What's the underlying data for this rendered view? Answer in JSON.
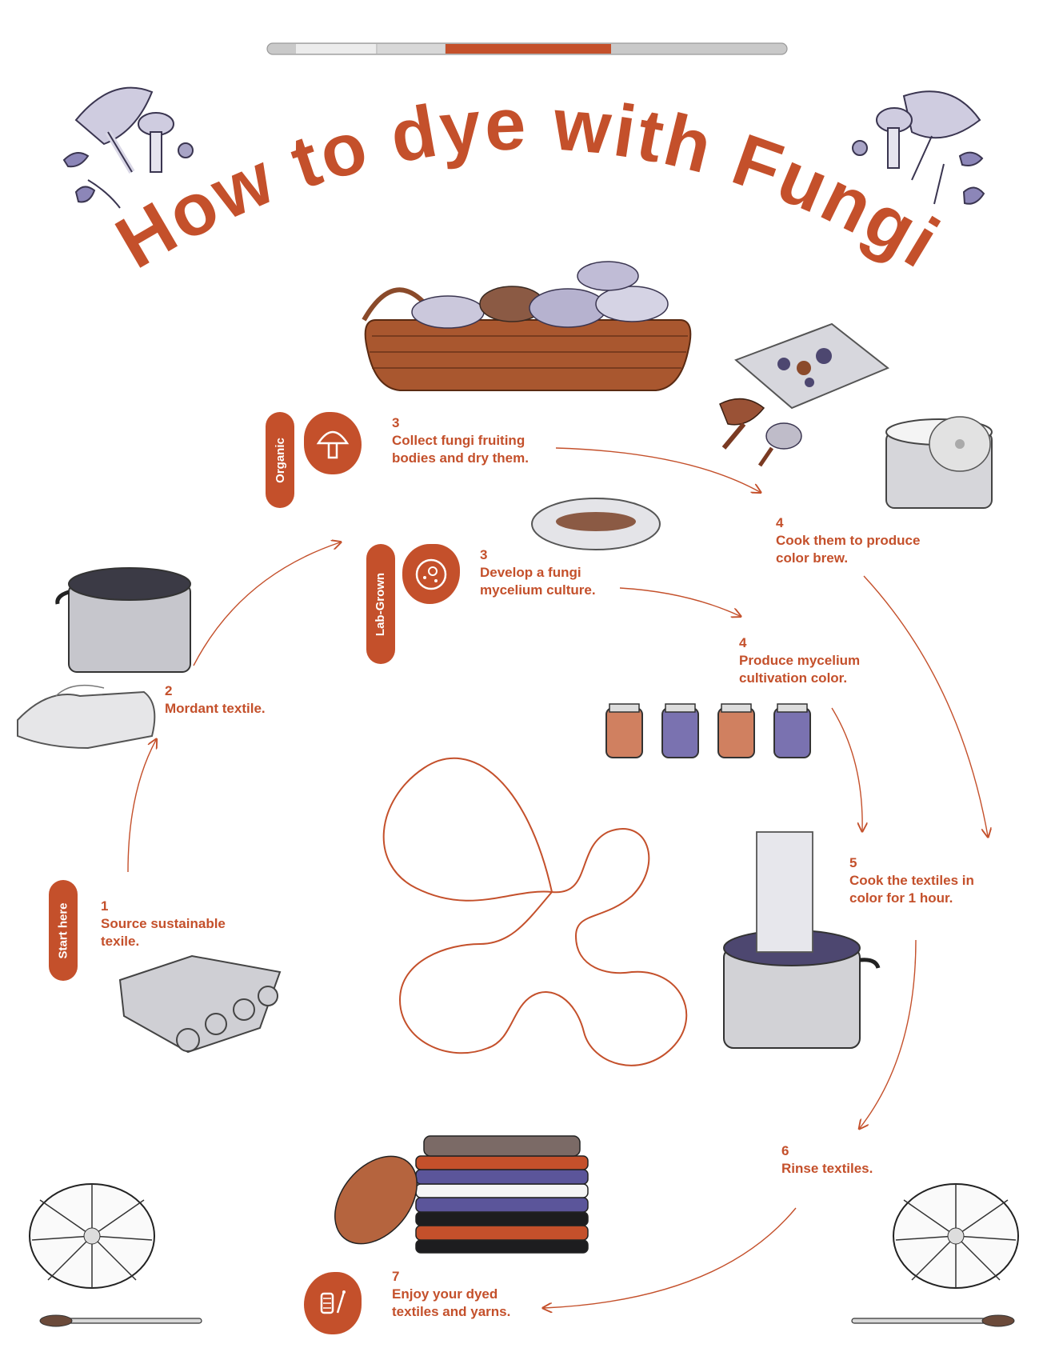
{
  "title": "How to dye with Fungi",
  "colors": {
    "accent": "#c4502b",
    "track": "#c9c9c9",
    "track_light": "#e6e6e6",
    "lavender": "#7f78b0",
    "grey": "#c9c9cf"
  },
  "progress": {
    "active_segment": 3,
    "segment_count": 6
  },
  "tags": {
    "organic": "Organic",
    "lab_grown": "Lab-Grown",
    "start": "Start here"
  },
  "icons": {
    "organic": "mushroom-icon",
    "lab_grown": "petri-dish-icon",
    "enjoy": "yarn-spool-icon"
  },
  "steps": {
    "s1": {
      "num": "1",
      "lines": [
        "Source sustainable",
        "texile."
      ]
    },
    "s2": {
      "num": "2",
      "lines": [
        "Mordant textile."
      ]
    },
    "s3_organic": {
      "num": "3",
      "lines": [
        "Collect fungi fruiting",
        "bodies and dry them."
      ]
    },
    "s3_lab": {
      "num": "3",
      "lines": [
        "Develop a fungi",
        "mycelium culture."
      ]
    },
    "s4_organic": {
      "num": "4",
      "lines": [
        "Cook them to produce",
        "color brew."
      ]
    },
    "s4_lab": {
      "num": "4",
      "lines": [
        "Produce mycelium",
        "cultivation color."
      ]
    },
    "s5": {
      "num": "5",
      "lines": [
        "Cook the textiles in",
        "color for 1 hour."
      ]
    },
    "s6": {
      "num": "6",
      "lines": [
        "Rinse textiles."
      ]
    },
    "s7": {
      "num": "7",
      "lines": [
        "Enjoy your dyed",
        "textiles and yarns."
      ]
    }
  }
}
